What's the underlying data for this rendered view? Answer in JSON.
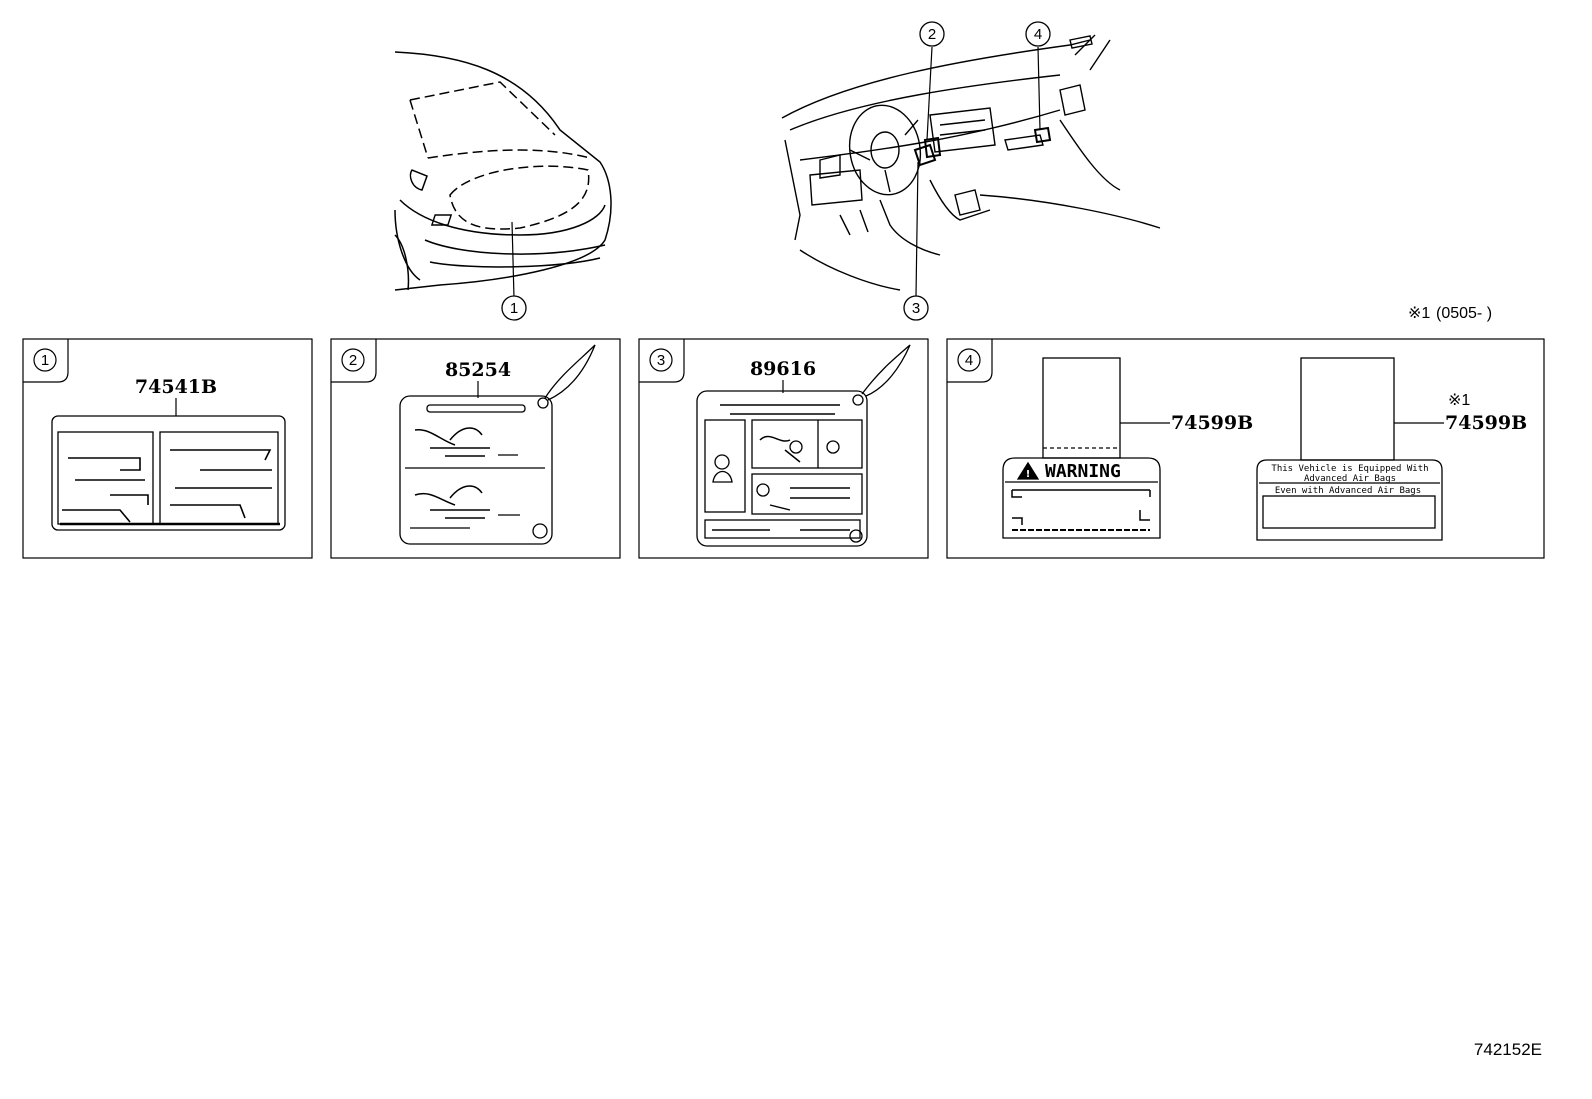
{
  "callouts": {
    "c1": "1",
    "c2": "2",
    "c3": "3",
    "c4": "4"
  },
  "note": {
    "mark": "※1",
    "range": "(0505-    )"
  },
  "panels": [
    {
      "index": "1",
      "part": "74541B"
    },
    {
      "index": "2",
      "part": "85254"
    },
    {
      "index": "3",
      "part": "89616"
    },
    {
      "index": "4",
      "part_a": "74599B",
      "part_b": "74599B",
      "mark": "※1"
    }
  ],
  "labels": {
    "warning": "WARNING",
    "airbag_line1": "This Vehicle is Equipped With",
    "airbag_line2": "Advanced Air Bags",
    "airbag_line3": "Even with Advanced Air Bags"
  },
  "diagram_code": "742152E"
}
